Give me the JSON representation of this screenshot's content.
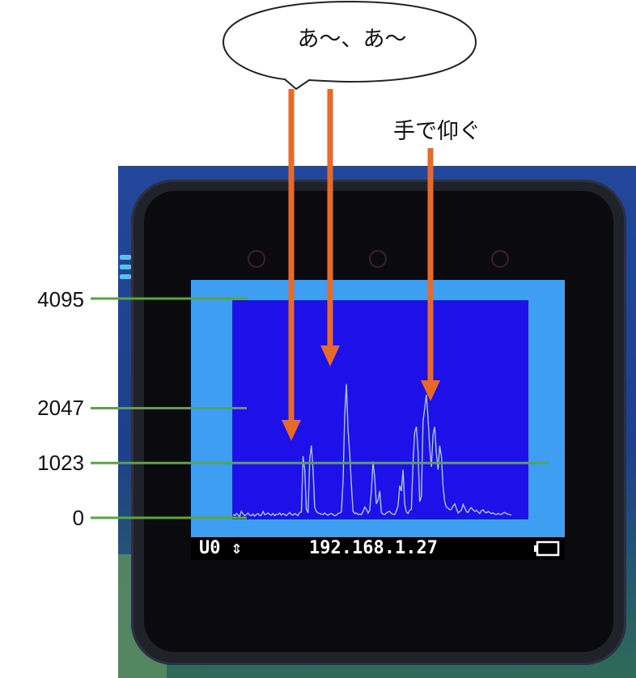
{
  "annotations": {
    "speech_bubble": "あ～、あ～",
    "fan_label": "手で仰ぐ"
  },
  "axis_levels": [
    {
      "label": "4095",
      "value": 4095
    },
    {
      "label": "2047",
      "value": 2047
    },
    {
      "label": "1023",
      "value": 1023
    },
    {
      "label": "0",
      "value": 0
    }
  ],
  "device": {
    "status_bar": {
      "left_text": "U0 ⇕",
      "ip_address": "192.168.1.27",
      "battery_icon": "battery-icon"
    }
  },
  "colors": {
    "arrow": "#e86a2a",
    "level_line": "#5aa63d",
    "plot_background": "#1d10e9",
    "screen_frame": "#3d9ef2",
    "waveform": "#a8c8f0"
  },
  "chart_data": {
    "type": "line",
    "title": "",
    "xlabel": "",
    "ylabel": "",
    "ylim": [
      0,
      4095
    ],
    "series": [
      {
        "values": [
          60,
          40,
          80,
          50,
          30,
          120,
          70,
          40,
          60,
          90,
          50,
          40,
          70,
          30,
          60,
          80,
          40,
          50,
          120,
          60,
          70,
          90,
          60,
          50,
          80,
          40,
          70,
          60,
          90,
          50,
          80,
          60,
          40,
          70,
          100,
          60,
          50,
          80,
          60,
          40,
          100,
          110,
          1150,
          900,
          160,
          90,
          1100,
          1350,
          900,
          200,
          120,
          90,
          80,
          70,
          60,
          90,
          60,
          50,
          70,
          80,
          60,
          40,
          50,
          80,
          90,
          110,
          700,
          1900,
          2500,
          1650,
          1200,
          600,
          120,
          80,
          90,
          60,
          70,
          60,
          120,
          200,
          160,
          90,
          140,
          500,
          1050,
          750,
          260,
          330,
          500,
          100,
          70,
          60,
          90,
          110,
          120,
          80,
          70,
          60,
          130,
          220,
          600,
          500,
          900,
          250,
          110,
          80,
          140,
          160,
          1050,
          1600,
          1700,
          1250,
          300,
          400,
          1800,
          2050,
          2300,
          1850,
          1300,
          950,
          1550,
          1700,
          1200,
          900,
          1350,
          1150,
          600,
          300,
          200,
          180,
          150,
          160,
          220,
          260,
          180,
          90,
          120,
          140,
          250,
          190,
          120,
          100,
          160,
          190,
          150,
          120,
          140,
          110,
          80,
          130,
          150,
          110,
          90,
          120,
          100,
          80,
          90,
          70,
          60,
          80,
          70,
          60,
          90,
          100,
          80,
          70,
          60,
          50
        ]
      }
    ]
  }
}
